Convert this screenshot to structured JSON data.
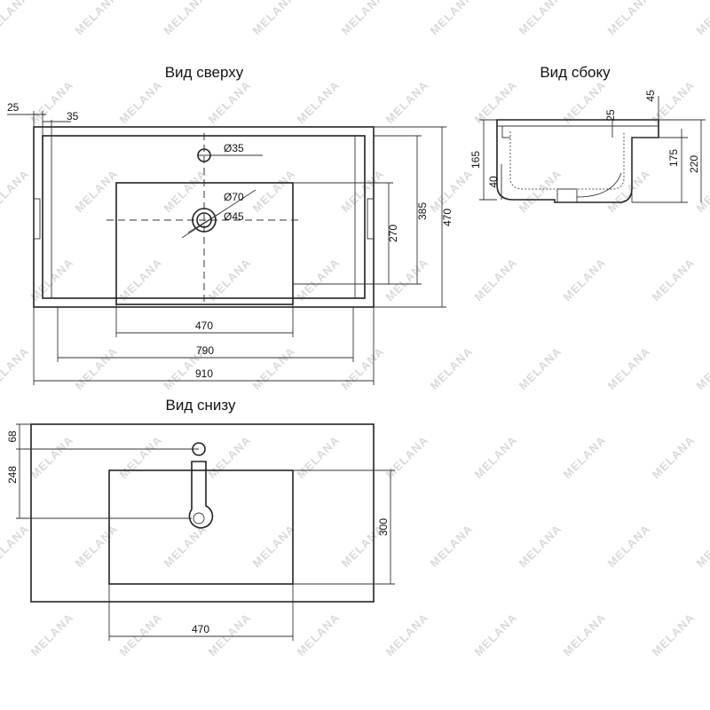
{
  "watermark": "MELANA",
  "views": {
    "top": {
      "title": "Вид сверху",
      "dims": {
        "d25": "25",
        "d35": "35",
        "hole_small": "Ø35",
        "hole_outer": "Ø70",
        "hole_inner": "Ø45",
        "h270": "270",
        "h385": "385",
        "h470": "470",
        "w470": "470",
        "w790": "790",
        "w910": "910"
      }
    },
    "side": {
      "title": "Вид сбоку",
      "dims": {
        "d45": "45",
        "d25": "25",
        "d165": "165",
        "d40": "40",
        "d175": "175",
        "d220": "220"
      }
    },
    "bottom": {
      "title": "Вид снизу",
      "dims": {
        "d68": "68",
        "d248": "248",
        "d300": "300",
        "w470": "470"
      }
    }
  }
}
